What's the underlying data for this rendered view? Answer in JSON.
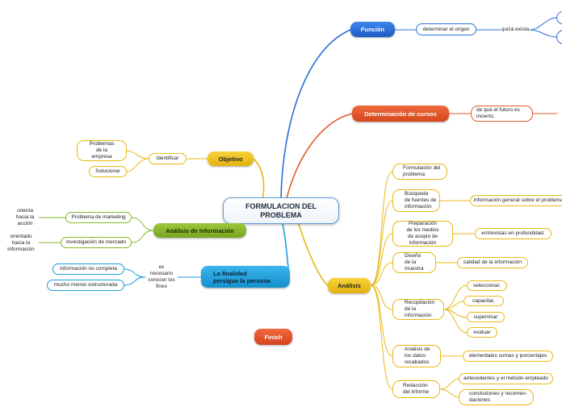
{
  "center": "FORMULACION DEL\nPROBLEMA",
  "colors": {
    "blue": "#2b6fd6",
    "orange": "#e2582c",
    "yellow": "#e8b917",
    "green": "#86b72a",
    "cyan": "#1b9edb",
    "red": "#e04a2a"
  },
  "funcion": {
    "label": "Función",
    "child": "determinar el origen",
    "grandchild": "quizá exista"
  },
  "determinacion": {
    "label": "Determinación de cursos",
    "child": "de que el futuro es\nincierto."
  },
  "objetivo": {
    "label": "Objetivo",
    "child": "Identificar",
    "leaves": [
      "Problemas\nde la\nempresa",
      "Solucionar"
    ]
  },
  "analisis_info": {
    "label": "Análisis de Información",
    "children": [
      "Problema de marketing",
      "Investigación de mercado"
    ],
    "leaves": [
      "orienta\nhacia la\nacción",
      "orientado\nhacia la\ninformación"
    ]
  },
  "finalidad": {
    "label": "La finalidad\npersigue la persona",
    "child": "es\nnecesario\nconocer los\nfines",
    "leaves": [
      "información no completa",
      "mucho menos estructurada"
    ]
  },
  "finish": {
    "label": "Finish"
  },
  "analisis": {
    "label": "Análisis",
    "items": [
      {
        "label": "Formulación del\nproblema",
        "details": []
      },
      {
        "label": "Búsqueda\nde fuentes de\ninformación",
        "details": [
          "información general sobre el problema"
        ]
      },
      {
        "label": "Preparación\nde los medios\nde acopio de\ninformación",
        "details": [
          "entrevistas en profundidad."
        ]
      },
      {
        "label": "Diseño\nde la\nmuestra",
        "details": [
          "calidad de la información"
        ]
      },
      {
        "label": "Recopilación\nde la\ninformación",
        "details": [
          "seleccionar,",
          "capacitar,",
          "supervisar",
          "evaluar"
        ]
      },
      {
        "label": "Análisis de\nlos datos\nrecabados",
        "details": [
          "elementales sumas y porcentajes"
        ]
      },
      {
        "label": "Redacción\ndel informe",
        "details": [
          "antecedentes y el método empleado",
          "conclusiones y recomen-\ndaciones"
        ]
      }
    ]
  }
}
